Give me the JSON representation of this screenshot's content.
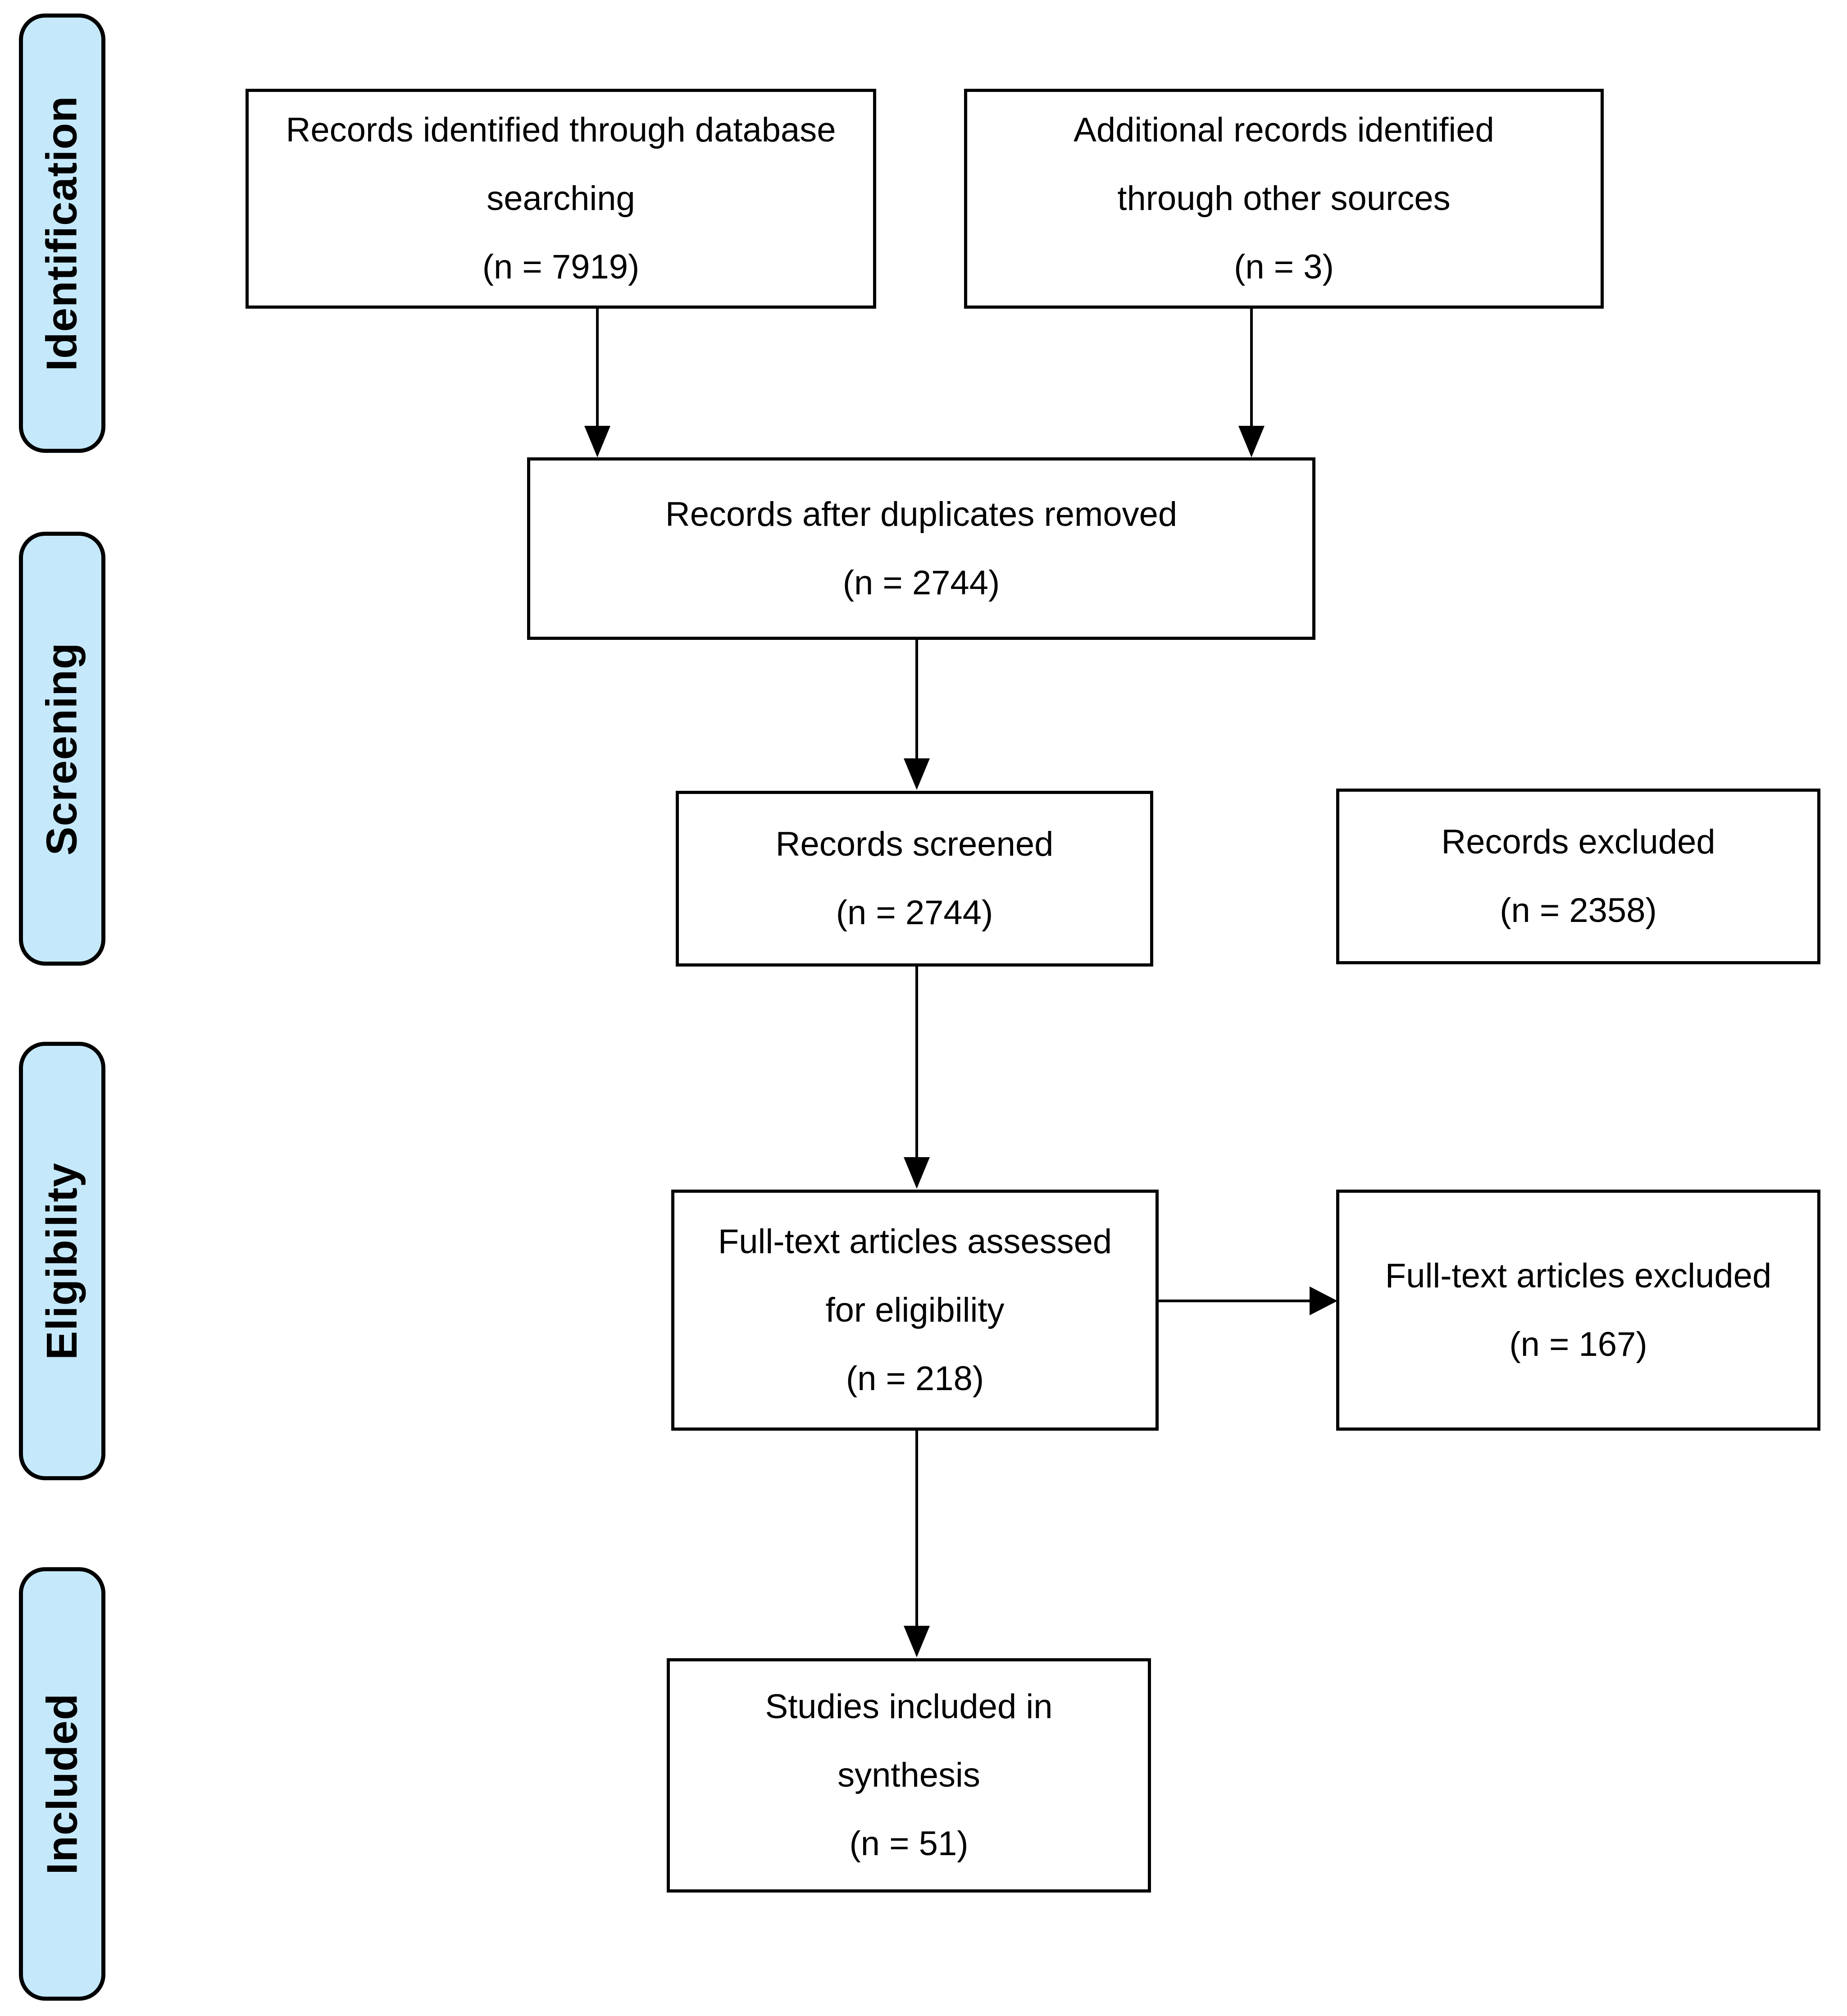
{
  "colors": {
    "background": "#ffffff",
    "stage_fill": "#c5e9fb",
    "stage_border": "#000000",
    "box_fill": "#ffffff",
    "box_border": "#000000",
    "arrow": "#000000",
    "text": "#000000"
  },
  "stages": [
    {
      "label": "Identification"
    },
    {
      "label": "Screening"
    },
    {
      "label": "Eligibility"
    },
    {
      "label": "Included"
    }
  ],
  "boxes": {
    "identified": {
      "lines": [
        "Records identified through database",
        "searching",
        "(n = 7919)"
      ],
      "n": 7919
    },
    "additional": {
      "lines": [
        "Additional records identified",
        "through other sources",
        "(n = 3)"
      ],
      "n": 3
    },
    "deduplicated": {
      "lines": [
        "Records after duplicates removed",
        "(n = 2744)"
      ],
      "n": 2744
    },
    "screened": {
      "lines": [
        "Records screened",
        "(n = 2744)"
      ],
      "n": 2744
    },
    "records_excluded": {
      "lines": [
        "Records excluded",
        "(n = 2358)"
      ],
      "n": 2358
    },
    "fulltext_assessed": {
      "lines": [
        "Full-text articles assessed",
        "for eligibility",
        "(n = 218)"
      ],
      "n": 218
    },
    "fulltext_excluded": {
      "lines": [
        "Full-text articles excluded",
        "(n = 167)"
      ],
      "n": 167
    },
    "included_synthesis": {
      "lines": [
        "Studies included in",
        "synthesis",
        "(n = 51)"
      ],
      "n": 51
    }
  }
}
